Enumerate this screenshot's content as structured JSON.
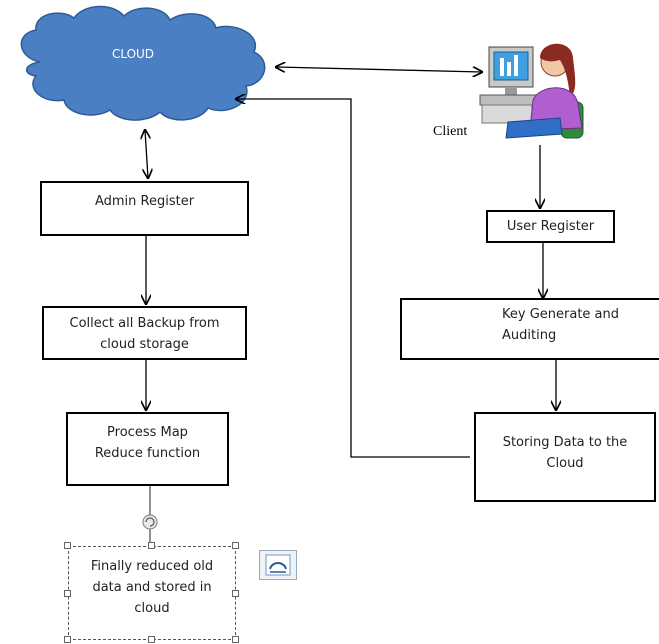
{
  "cloud": {
    "label": "CLOUD"
  },
  "client": {
    "label": "Client"
  },
  "boxes": {
    "admin_register": {
      "label": "Admin Register"
    },
    "collect_backup": {
      "line1": "Collect all Backup from",
      "line2": "cloud storage"
    },
    "process_map": {
      "line1": "Process Map",
      "line2": "Reduce function"
    },
    "finally_reduced": {
      "line1": "Finally reduced old",
      "line2": "data and stored in",
      "line3": "cloud"
    },
    "user_register": {
      "label": "User Register"
    },
    "key_generate": {
      "line1": "Key Generate and",
      "line2": "Auditing"
    },
    "storing_data": {
      "line1": "Storing Data to the",
      "line2": "Cloud"
    }
  },
  "icons": {
    "cloud": "cloud-shape",
    "client": "computer-user-icon",
    "layout_options": "layout-options-icon",
    "rotate_handle": "rotate-handle-icon"
  },
  "colors": {
    "cloud_fill": "#4b7fc3",
    "cloud_stroke": "#2e5b96",
    "line": "#000000"
  }
}
